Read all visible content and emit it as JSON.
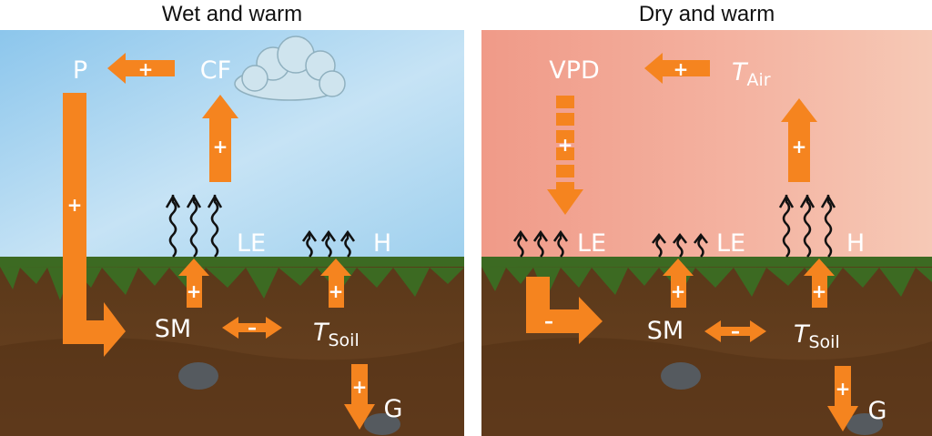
{
  "panels": [
    {
      "title": "Wet and warm",
      "labels": {
        "p": "P",
        "cf": "CF",
        "le": "LE",
        "h": "H",
        "sm": "SM",
        "t_soil_main": "T",
        "t_soil_sub": "Soil",
        "g": "G"
      },
      "signs": {
        "p_cf": "+",
        "p_sm": "+",
        "le_cf": "+",
        "sm_le": "+",
        "tsoil_h": "+",
        "sm_tsoil": "–",
        "tsoil_g": "+"
      }
    },
    {
      "title": "Dry and warm",
      "labels": {
        "vpd": "VPD",
        "t_air_main": "T",
        "t_air_sub": "Air",
        "le_left": "LE",
        "le_mid": "LE",
        "h": "H",
        "sm": "SM",
        "t_soil_main": "T",
        "t_soil_sub": "Soil",
        "g": "G"
      },
      "signs": {
        "tair_vpd": "+",
        "vpd_le": "+",
        "h_tair": "+",
        "le_sm": "–",
        "sm_le": "+",
        "tsoil_h": "+",
        "sm_tsoil": "–",
        "tsoil_g": "+"
      }
    }
  ],
  "colors": {
    "arrow": "#f5841f",
    "sky_wet": "#a8d4ee",
    "sky_dry": "#f2aa98",
    "grass": "#3c6a22",
    "soil": "#5e3a1c"
  }
}
